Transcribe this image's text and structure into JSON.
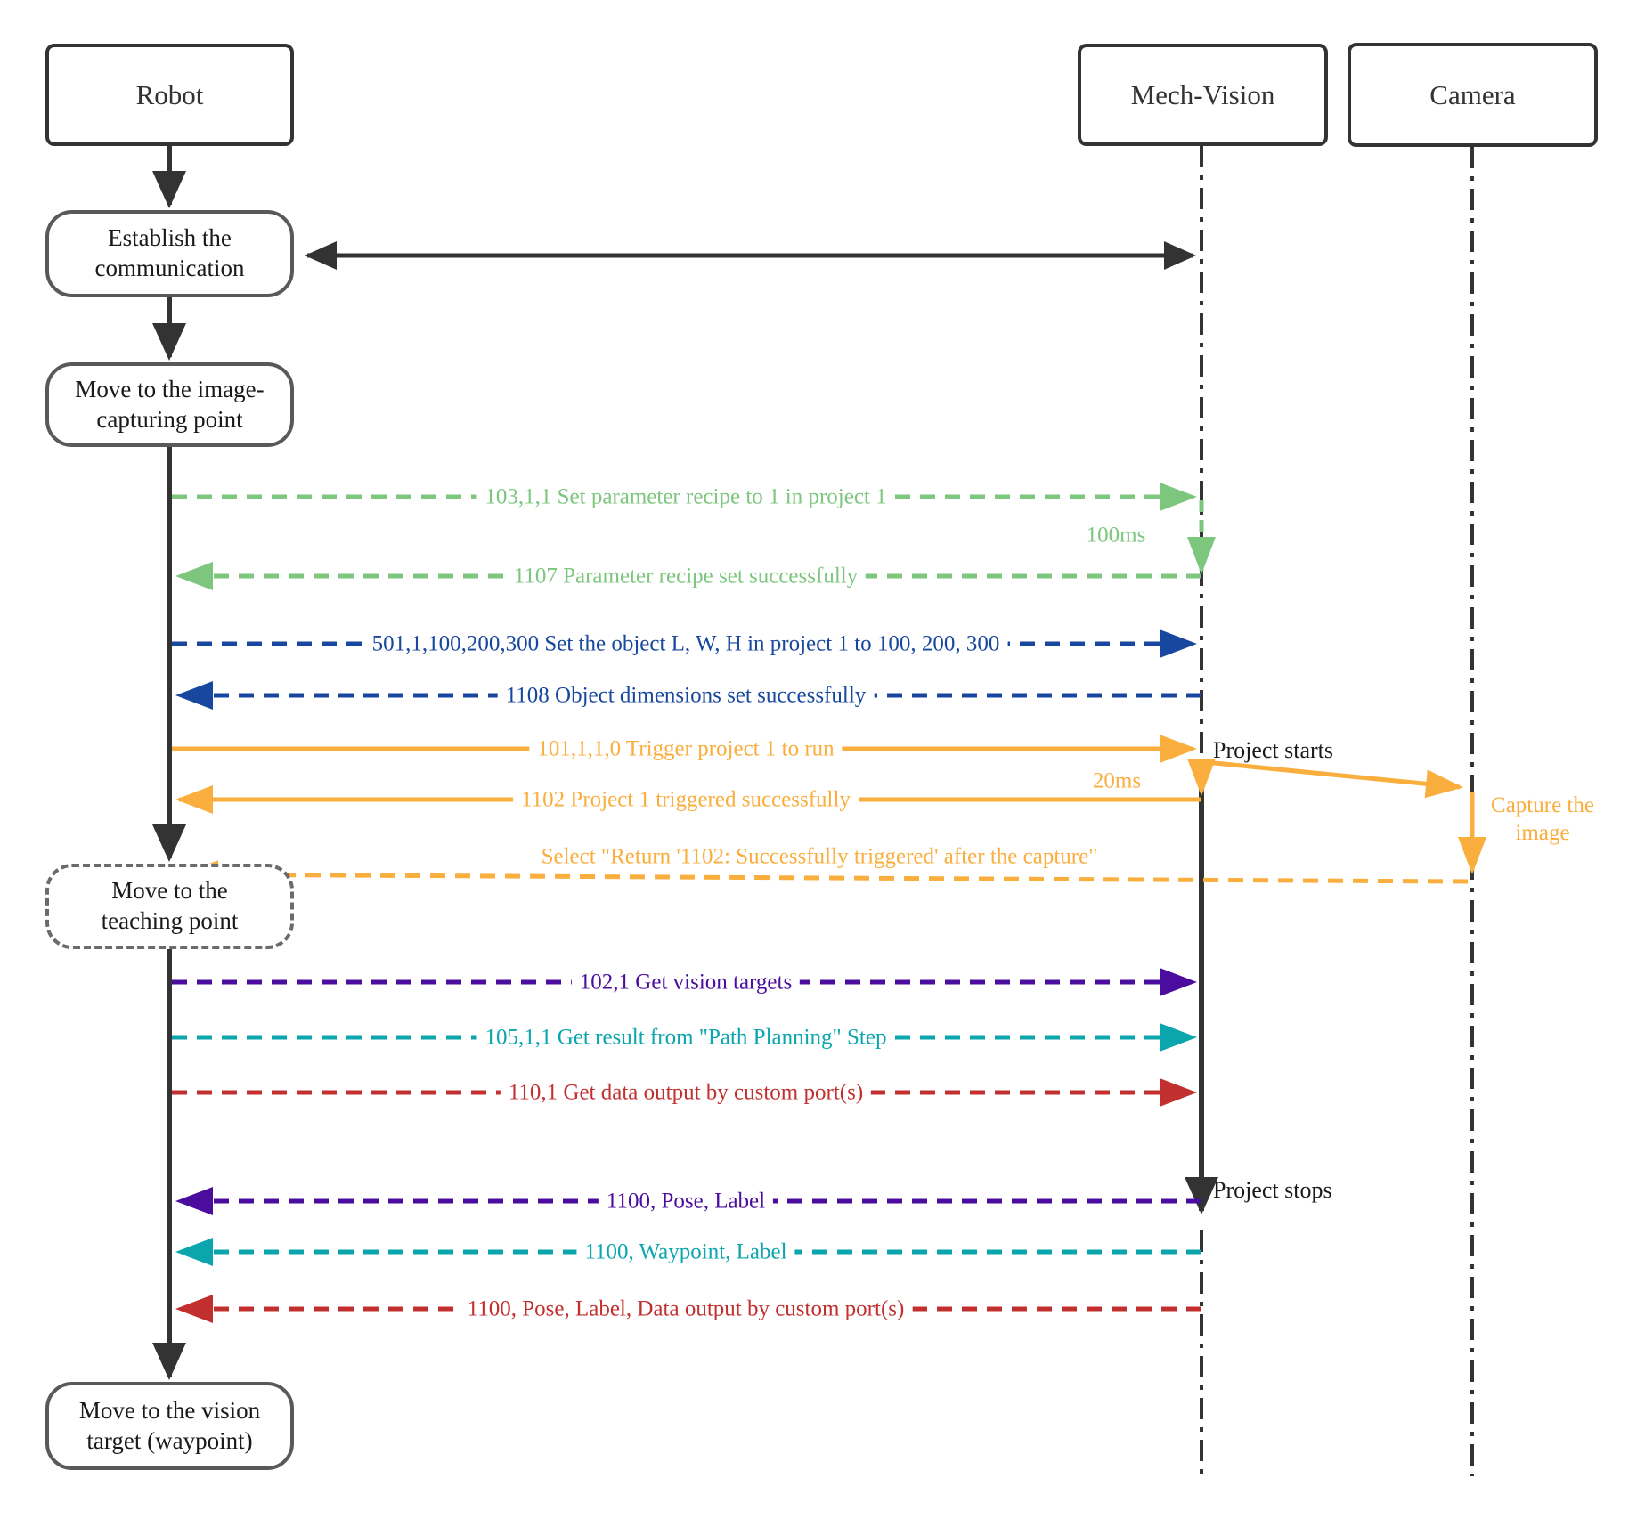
{
  "diagram": {
    "title_hint": "Robot / Mech-Vision / Camera communication sequence",
    "actors": [
      {
        "id": "robot",
        "label": "Robot"
      },
      {
        "id": "mech-vision",
        "label": "Mech-Vision"
      },
      {
        "id": "camera",
        "label": "Camera"
      }
    ],
    "process_steps": [
      {
        "id": "establish",
        "label": "Establish the communication"
      },
      {
        "id": "move-capture",
        "label": "Move to the image-capturing point"
      },
      {
        "id": "move-teaching",
        "label": "Move to the teaching point"
      },
      {
        "id": "move-vision",
        "label": "Move to the vision target (waypoint)"
      }
    ],
    "messages": [
      {
        "id": "set-recipe",
        "from": "robot",
        "to": "mech-vision",
        "style": "dashed",
        "color": "#7CC67E",
        "label": "103,1,1 Set parameter recipe to 1 in project 1"
      },
      {
        "id": "recipe-ok",
        "from": "mech-vision",
        "to": "robot",
        "style": "dashed",
        "color": "#7CC67E",
        "label": "1107 Parameter recipe set successfully"
      },
      {
        "id": "set-dimensions",
        "from": "robot",
        "to": "mech-vision",
        "style": "dashed",
        "color": "#17479E",
        "label": "501,1,100,200,300 Set the object L, W, H in project 1 to 100, 200, 300"
      },
      {
        "id": "dimensions-ok",
        "from": "mech-vision",
        "to": "robot",
        "style": "dashed",
        "color": "#17479E",
        "label": "1108 Object dimensions set successfully"
      },
      {
        "id": "trigger-project",
        "from": "robot",
        "to": "mech-vision",
        "style": "solid",
        "color": "#F9AE3D",
        "label": "101,1,1,0 Trigger project 1 to run"
      },
      {
        "id": "trigger-ok",
        "from": "mech-vision",
        "to": "robot",
        "style": "solid",
        "color": "#F9AE3D",
        "label": "1102 Project 1 triggered successfully"
      },
      {
        "id": "capture-option",
        "from": "camera",
        "to": "robot",
        "style": "dashed",
        "color": "#F9AE3D",
        "label": "Select \"Return '1102: Successfully triggered' after the capture\""
      },
      {
        "id": "get-targets",
        "from": "robot",
        "to": "mech-vision",
        "style": "dashed",
        "color": "#4A0D9E",
        "label": "102,1 Get vision targets"
      },
      {
        "id": "get-path",
        "from": "robot",
        "to": "mech-vision",
        "style": "dashed",
        "color": "#0AA5AD",
        "label": "105,1,1 Get result from \"Path Planning\" Step"
      },
      {
        "id": "get-custom",
        "from": "robot",
        "to": "mech-vision",
        "style": "dashed",
        "color": "#C22F2F",
        "label": "110,1 Get data output by custom port(s)"
      },
      {
        "id": "return-pose",
        "from": "mech-vision",
        "to": "robot",
        "style": "dashed",
        "color": "#4A0D9E",
        "label": "1100, Pose, Label"
      },
      {
        "id": "return-waypoint",
        "from": "mech-vision",
        "to": "robot",
        "style": "dashed",
        "color": "#0AA5AD",
        "label": "1100, Waypoint, Label"
      },
      {
        "id": "return-custom",
        "from": "mech-vision",
        "to": "robot",
        "style": "dashed",
        "color": "#C22F2F",
        "label": "1100, Pose, Label, Data output by custom port(s)"
      }
    ],
    "latencies": [
      {
        "id": "recipe-latency",
        "label": "100ms",
        "color": "#7CC67E"
      },
      {
        "id": "trigger-latency",
        "label": "20ms",
        "color": "#F9AE3D"
      }
    ],
    "notes": {
      "project_starts": "Project starts",
      "project_stops": "Project stops",
      "capture_image": "Capture the image"
    },
    "colors": {
      "green": "#7CC67E",
      "blue": "#17479E",
      "orange": "#F9AE3D",
      "purple": "#4A0D9E",
      "teal": "#0AA5AD",
      "red": "#C22F2F",
      "line_black": "#333333",
      "process_border": "#595959"
    }
  }
}
